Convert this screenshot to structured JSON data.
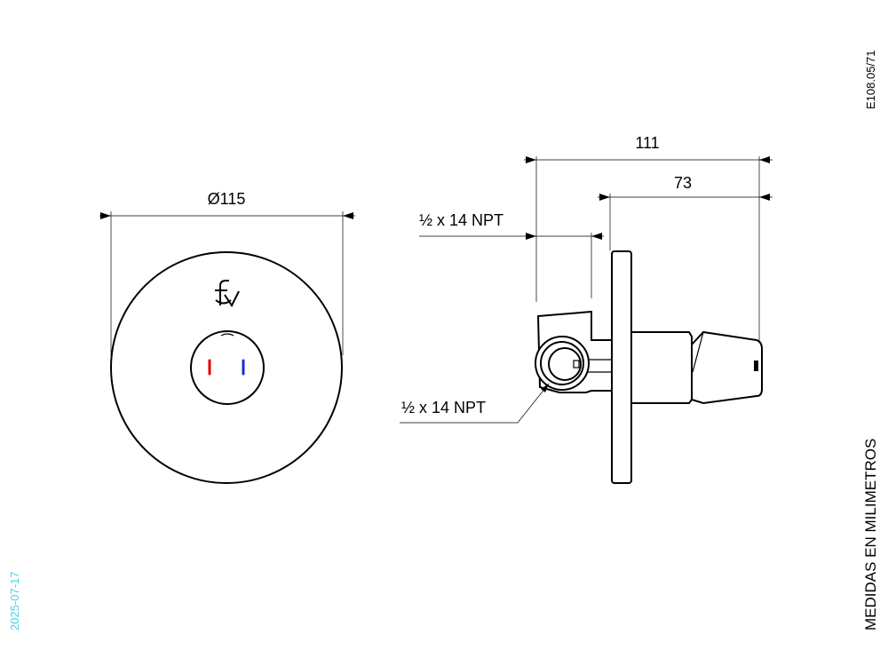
{
  "drawing_code": "E108.05/71",
  "units_note": "MEDIDAS EN MILIMETROS",
  "date": "2025-07-17",
  "colors": {
    "line": "#000000",
    "hot_marker": "#e00000",
    "cold_marker": "#1a2fd0",
    "date_text": "#3fd6e6"
  },
  "front_view": {
    "diameter_label": "Ø115",
    "logo_icon": "fv-logo-icon"
  },
  "side_view": {
    "overall_length_label": "111",
    "projection_label": "73",
    "top_thread_label": "½ x 14 NPT",
    "side_thread_label": "½ x 14 NPT"
  }
}
